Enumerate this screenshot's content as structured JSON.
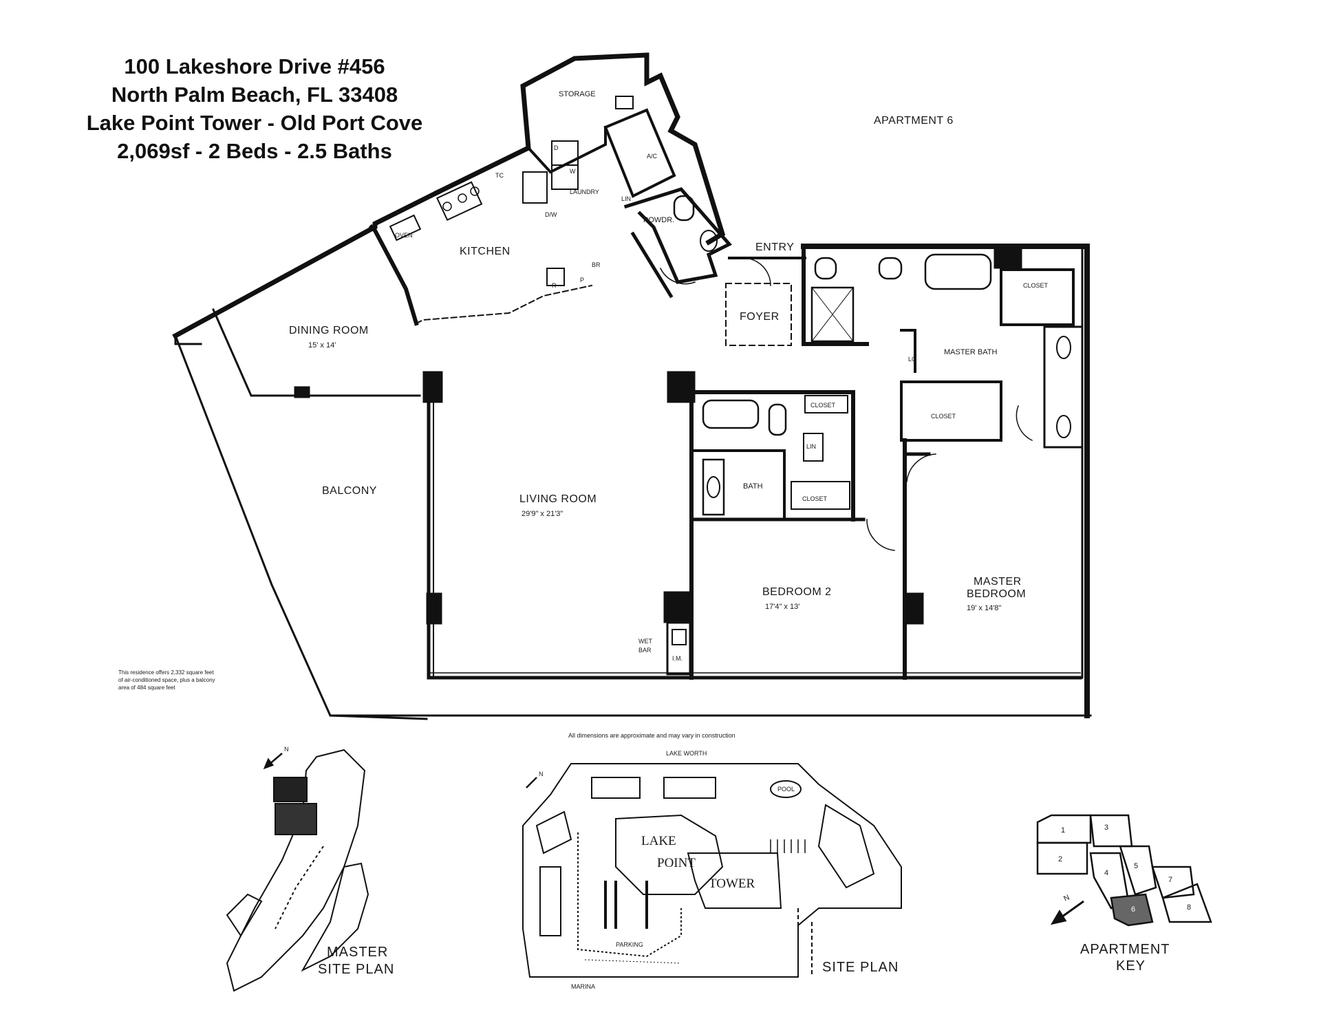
{
  "header": {
    "line1": "100 Lakeshore Drive #456",
    "line2": "North Palm Beach, FL 33408",
    "line3": "Lake Point Tower - Old Port Cove",
    "line4": "2,069sf - 2 Beds - 2.5 Baths"
  },
  "plan": {
    "apartment": "APARTMENT 6",
    "storage": "STORAGE",
    "ac": "A/C",
    "laundry": "LAUNDRY",
    "lin": "LIN",
    "dw": "D/W",
    "tc": "TC",
    "oven": "OVEN",
    "kitchen": "KITCHEN",
    "powder": "POWDR.",
    "entry": "ENTRY",
    "foyer": "FOYER",
    "r": "R",
    "p": "P",
    "br": "BR",
    "dining": "DINING ROOM",
    "dining_dim": "15' x 14'",
    "balcony": "BALCONY",
    "living": "LIVING ROOM",
    "living_dim": "29'9\" x 21'3\"",
    "closet": "CLOSET",
    "master_bath": "MASTER BATH",
    "lc": "LC",
    "bath": "BATH",
    "lin2": "LIN",
    "bedroom2": "BEDROOM 2",
    "bedroom2_dim": "17'4\" x 13'",
    "master_bedroom_1": "MASTER",
    "master_bedroom_2": "BEDROOM",
    "master_bedroom_dim": "19' x 14'8\"",
    "wet_bar_1": "WET",
    "wet_bar_2": "BAR",
    "im": "I.M.",
    "d": "D",
    "w": "W",
    "note_1": "This residence offers 2,332 square feet",
    "note_2": "of air-conditioned space, plus a balcony",
    "note_3": "area of 484 square feet",
    "disclaimer": "All dimensions are approximate and may vary in construction"
  },
  "site": {
    "lake_worth": "LAKE WORTH",
    "pool": "POOL",
    "lake": "LAKE",
    "point": "POINT",
    "tower": "TOWER",
    "parking": "PARKING",
    "marina": "MARINA",
    "site_plan": "SITE PLAN",
    "master_site_plan_1": "MASTER",
    "master_site_plan_2": "SITE PLAN",
    "north": "N",
    "apartment_key_1": "APARTMENT",
    "apartment_key_2": "KEY",
    "key_numbers": [
      "1",
      "2",
      "3",
      "4",
      "5",
      "6",
      "7",
      "8"
    ]
  }
}
